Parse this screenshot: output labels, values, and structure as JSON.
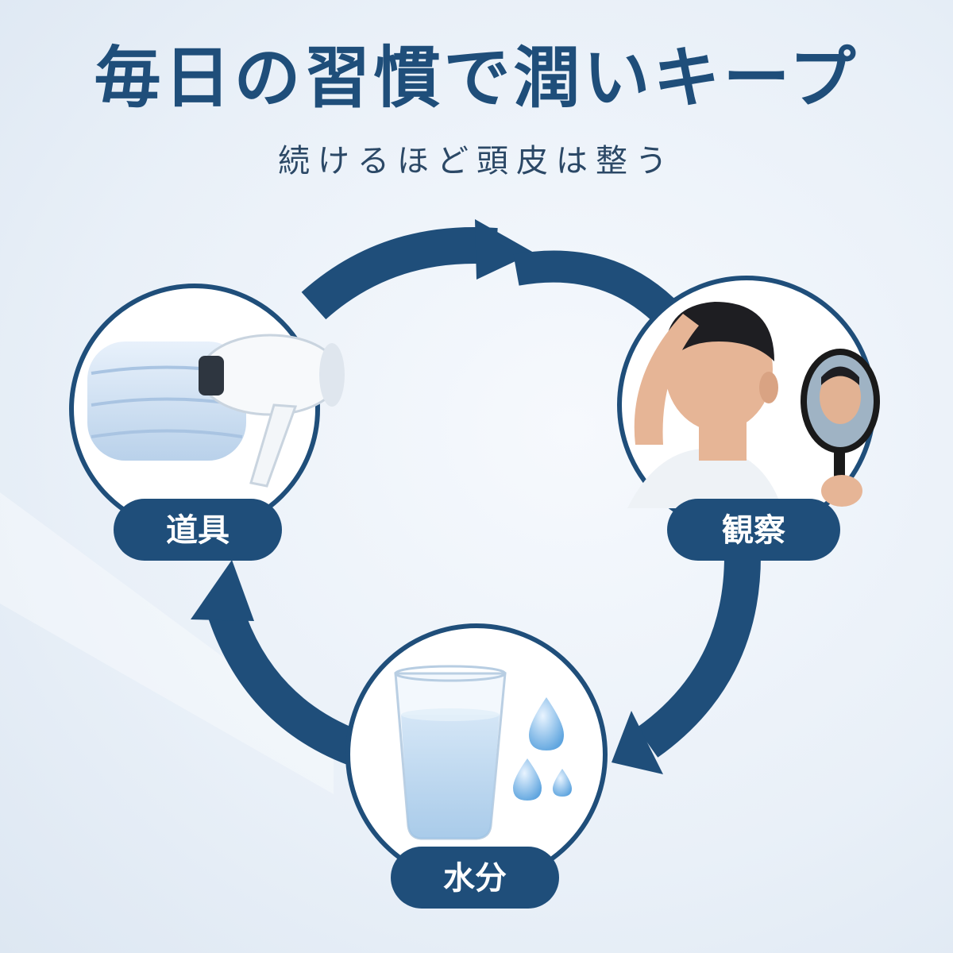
{
  "header": {
    "title": "毎日の習慣で潤いキープ",
    "subtitle": "続けるほど頭皮は整う"
  },
  "cycle": {
    "nodes": [
      {
        "label": "道具",
        "icon": "towel-and-hair-dryer-icon"
      },
      {
        "label": "観察",
        "icon": "man-checking-scalp-with-mirror-icon"
      },
      {
        "label": "水分",
        "icon": "glass-of-water-with-drops-icon"
      }
    ]
  },
  "colors": {
    "navy": "#1f4e7a",
    "text": "#2b4866"
  }
}
